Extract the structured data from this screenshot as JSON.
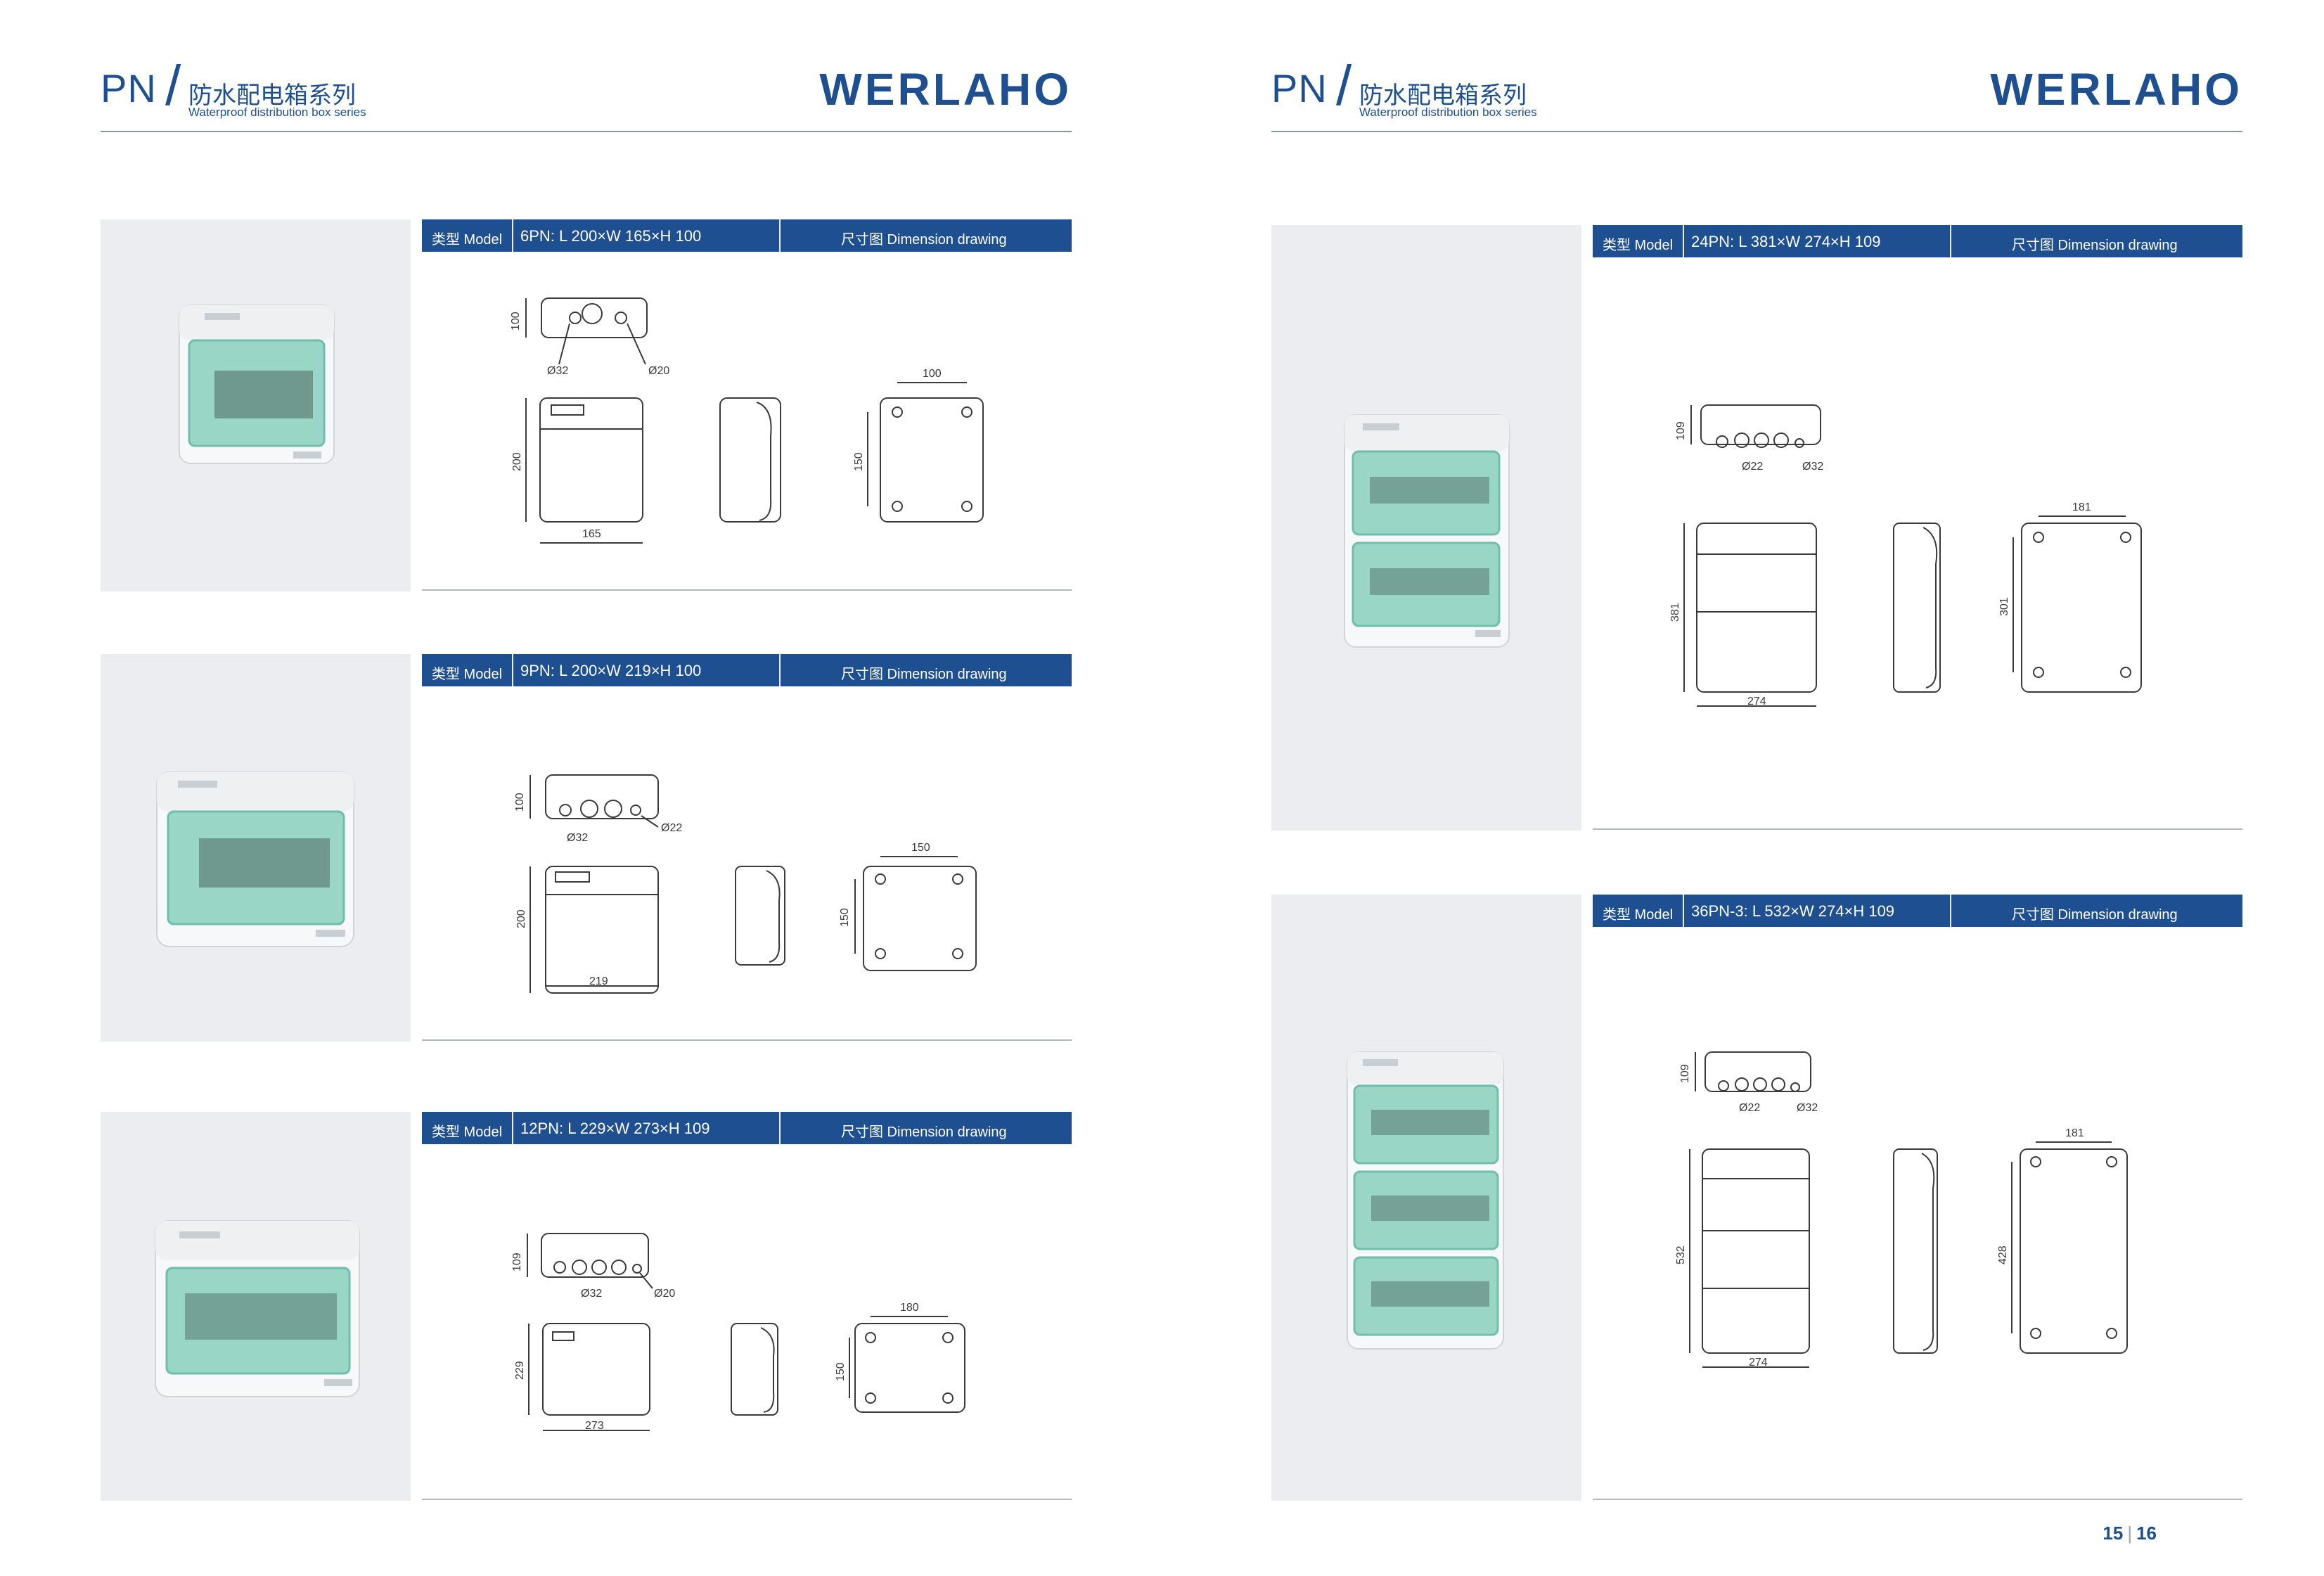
{
  "header": {
    "series_code": "PN",
    "slash": "/",
    "title_cn": "防水配电箱系列",
    "title_en": "Waterproof distribution box series",
    "logo": "WERLAHO"
  },
  "model_label": "类型 Model",
  "drawing_label": "尺寸图 Dimension drawing",
  "products": [
    {
      "spec": "6PN: L 200×W 165×H 100",
      "top_depth": "100",
      "hole_a": "Ø32",
      "hole_b": "Ø20",
      "height": "200",
      "width": "165",
      "mount_w": "100",
      "mount_h": "150"
    },
    {
      "spec": "9PN: L 200×W 219×H 100",
      "top_depth": "100",
      "hole_a": "Ø32",
      "hole_b": "Ø22",
      "height": "200",
      "width": "219",
      "mount_w": "150",
      "mount_h": "150"
    },
    {
      "spec": "12PN: L 229×W 273×H 109",
      "top_depth": "109",
      "hole_a": "Ø32",
      "hole_b": "Ø20",
      "height": "229",
      "width": "273",
      "mount_w": "180",
      "mount_h": "150"
    },
    {
      "spec": "24PN: L 381×W 274×H 109",
      "top_depth": "109",
      "hole_a": "Ø22",
      "hole_b": "Ø32",
      "height": "381",
      "width": "274",
      "mount_w": "181",
      "mount_h": "301"
    },
    {
      "spec": "36PN-3: L 532×W 274×H 109",
      "top_depth": "109",
      "hole_a": "Ø22",
      "hole_b": "Ø32",
      "height": "532",
      "width": "274",
      "mount_w": "181",
      "mount_h": "428"
    }
  ],
  "page_numbers": {
    "left": "15",
    "divider": "|",
    "right": "16"
  },
  "colors": {
    "brand_blue": "#1d4f91",
    "photo_bg": "#ebedf0",
    "box_green": "#8fd3c0",
    "line": "#3a3a3a"
  }
}
